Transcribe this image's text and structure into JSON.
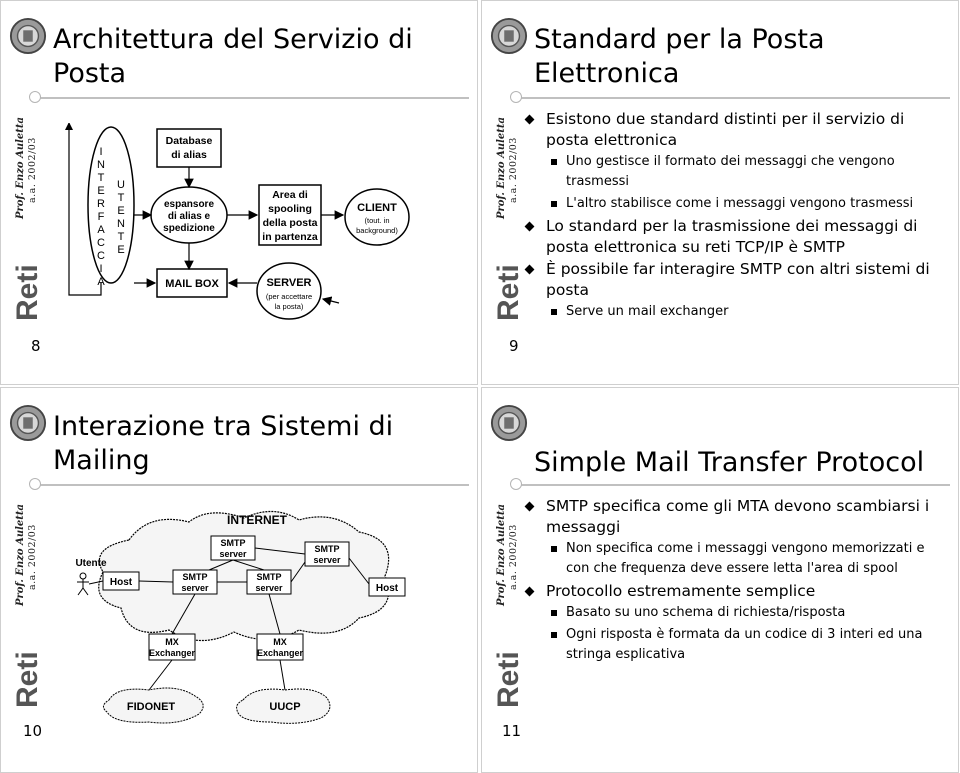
{
  "slides": [
    {
      "number": "8",
      "title": "Architettura del Servizio di Posta",
      "side_text": "a.a. 2002/03",
      "side_author": "Prof. Enzo Auletta",
      "side_brand": "Reti",
      "diagram": {
        "interfaccia": "INTERFACCIA",
        "utente": "UTENTE",
        "database": "Database di alias",
        "espansore": "espansore di alias e spedizione",
        "mailbox": "MAIL BOX",
        "area": "Area di spooling della posta in partenza",
        "server": "SERVER",
        "server_note": "(per accettare la posta)",
        "client": "CLIENT",
        "client_note": "(tout. in background)"
      }
    },
    {
      "number": "9",
      "title": "Standard per la Posta Elettronica",
      "side_text": "a.a. 2002/03",
      "side_author": "Prof. Enzo Auletta",
      "side_brand": "Reti",
      "bullets": [
        {
          "level": 1,
          "text": "Esistono due standard distinti per il servizio di posta elettronica"
        },
        {
          "level": 2,
          "text": "Uno gestisce il formato dei messaggi che vengono trasmessi"
        },
        {
          "level": 2,
          "text": "L'altro stabilisce come i messaggi vengono trasmessi"
        },
        {
          "level": 1,
          "text": "Lo standard per la trasmissione dei messaggi di posta elettronica su reti TCP/IP è SMTP"
        },
        {
          "level": 1,
          "text": "È possibile far interagire SMTP con altri sistemi di posta"
        },
        {
          "level": 2,
          "text": "Serve un mail exchanger"
        }
      ]
    },
    {
      "number": "10",
      "title": "Interazione tra Sistemi di Mailing",
      "side_text": "a.a. 2002/03",
      "side_author": "Prof. Enzo Auletta",
      "side_brand": "Reti",
      "diagram": {
        "internet": "INTERNET",
        "utente": "Utente",
        "host_left": "Host",
        "host_right": "Host",
        "smtp_server": "SMTP server",
        "mx": "MX Exchanger",
        "fidonet": "FIDONET",
        "uucp": "UUCP"
      }
    },
    {
      "number": "11",
      "title": "Simple Mail Transfer Protocol",
      "side_text": "a.a. 2002/03",
      "side_author": "Prof. Enzo Auletta",
      "side_brand": "Reti",
      "bullets": [
        {
          "level": 1,
          "text": "SMTP specifica come gli MTA devono scambiarsi i messaggi"
        },
        {
          "level": 2,
          "text": "Non specifica come i messaggi vengono memorizzati e con che frequenza deve essere letta l'area di spool"
        },
        {
          "level": 1,
          "text": "Protocollo estremamente semplice"
        },
        {
          "level": 2,
          "text": "Basato su uno schema di richiesta/risposta"
        },
        {
          "level": 2,
          "text": "Ogni risposta è formata da un codice di 3 interi ed una stringa esplicativa"
        }
      ]
    }
  ]
}
